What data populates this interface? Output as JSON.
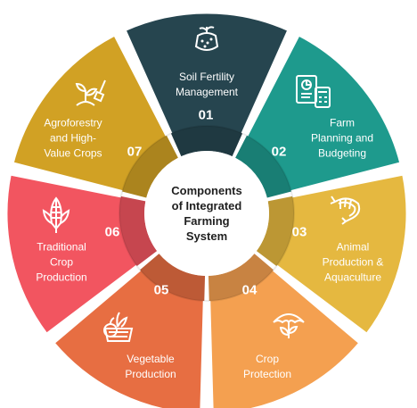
{
  "center": {
    "title": "Components\nof Integrated\nFarming\nSystem"
  },
  "segments": [
    {
      "number": "01",
      "label": "Soil Fertility\nManagement",
      "color": "#26454f",
      "icon": "soil-bag-icon"
    },
    {
      "number": "02",
      "label": "Farm\nPlanning and\nBudgeting",
      "color": "#1e9a8d",
      "icon": "calculator-chart-icon"
    },
    {
      "number": "03",
      "label": "Animal\nProduction &\nAquaculture",
      "color": "#e5b840",
      "icon": "shrimp-icon"
    },
    {
      "number": "04",
      "label": "Crop\nProtection",
      "color": "#f4a050",
      "icon": "umbrella-plant-icon"
    },
    {
      "number": "05",
      "label": "Vegetable\nProduction",
      "color": "#e76e42",
      "icon": "vegetable-basket-icon"
    },
    {
      "number": "06",
      "label": "Traditional\nCrop\nProduction",
      "color": "#f25560",
      "icon": "corn-icon"
    },
    {
      "number": "07",
      "label": "Agroforestry\nand High-\nValue Crops",
      "color": "#d1a124",
      "icon": "sprout-trowel-icon"
    }
  ]
}
